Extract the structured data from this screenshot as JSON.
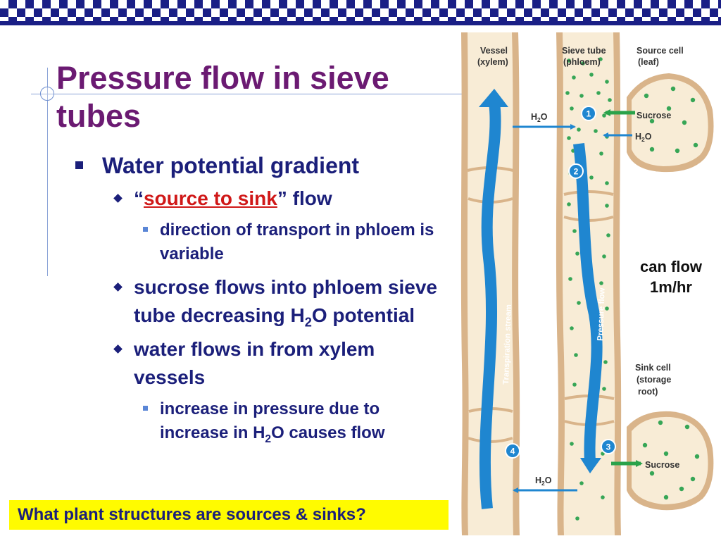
{
  "slide": {
    "title": "Pressure flow in sieve tubes",
    "bullet1": "Water potential gradient",
    "sub1_quote_open": "“",
    "sub1_link": "source to sink",
    "sub1_rest": "” flow",
    "subsub1": "direction of transport in phloem is variable",
    "sub2_a": "sucrose flows into phloem sieve tube decreasing H",
    "sub2_sub": "2",
    "sub2_b": "O potential",
    "sub3": "water flows in from xylem vessels",
    "subsub2_a": "increase in pressure due to increase in H",
    "subsub2_sub": "2",
    "subsub2_b": "O causes flow",
    "question": "What plant structures are sources & sinks?",
    "flow_rate_line1": "can flow",
    "flow_rate_line2": "1m/hr"
  },
  "diagram": {
    "vessel_label_1": "Vessel",
    "vessel_label_2": "(xylem)",
    "sieve_label_1": "Sieve tube",
    "sieve_label_2": "(phloem)",
    "source_label_1": "Source cell",
    "source_label_2": "(leaf)",
    "sink_label_1": "Sink cell",
    "sink_label_2": "(storage",
    "sink_label_3": "root)",
    "sucrose_in": "Sucrose",
    "sucrose_out": "Sucrose",
    "h2o_base": "H",
    "h2o_sub": "2",
    "h2o_end": "O",
    "transpiration": "Transpiration stream",
    "pressure_flow": "Pressure flow",
    "step1": "1",
    "step2": "2",
    "step3": "3",
    "step4": "4"
  },
  "colors": {
    "title": "#6b1a72",
    "text": "#1b1f7a",
    "link": "#d01818",
    "highlight": "#fffb00",
    "tube_wall": "#d9b48a",
    "tube_fill": "#f8ecd6",
    "water_arrow": "#1f86d0",
    "sucrose_arrow": "#2aa24a",
    "sucrose_dot": "#37a656"
  }
}
